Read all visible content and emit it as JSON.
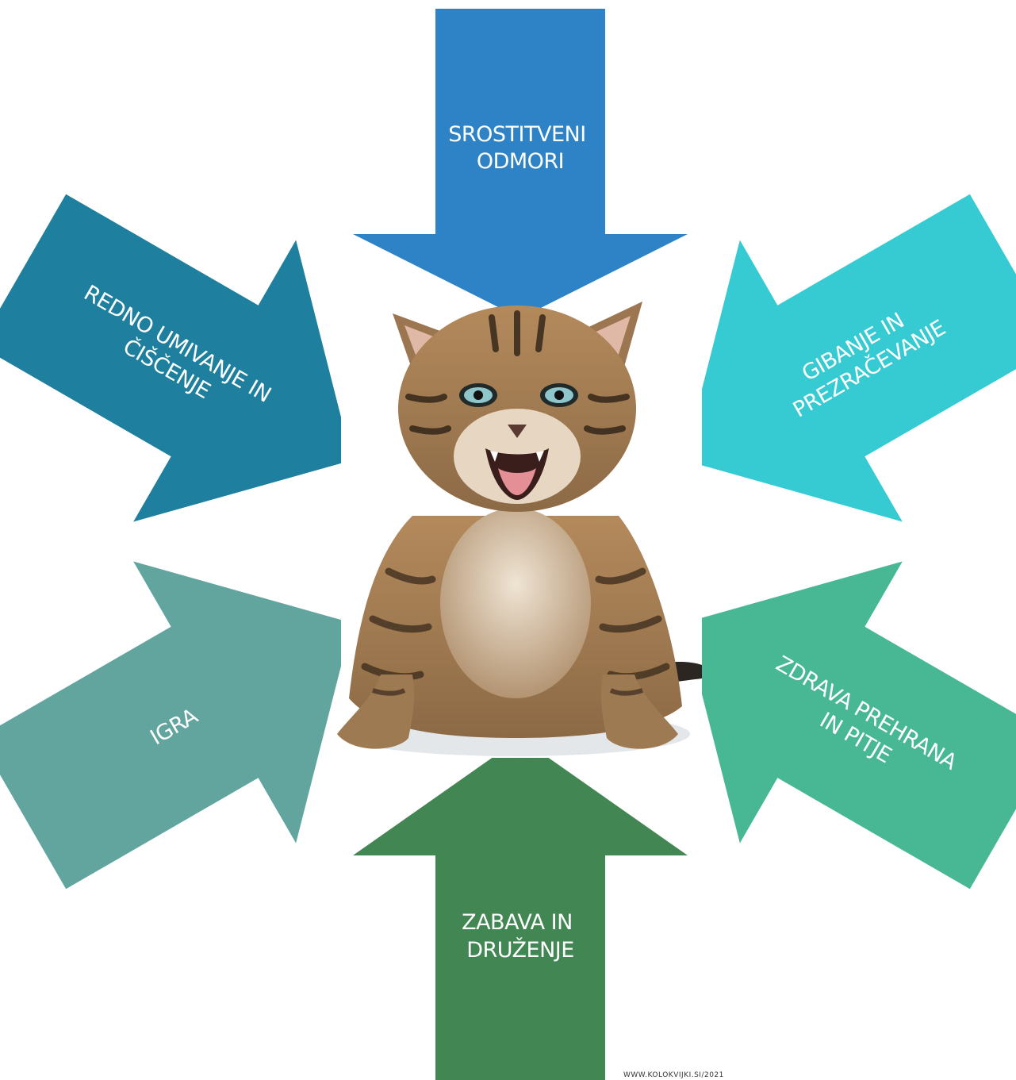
{
  "arrows": [
    {
      "id": "top",
      "lines": [
        "SROSTITVENI",
        "ODMORI"
      ],
      "color": "#2d83c6"
    },
    {
      "id": "top-left",
      "lines": [
        "REDNO UMIVANJE IN",
        "ČIŠČENJE"
      ],
      "color": "#1f7f9e"
    },
    {
      "id": "top-right",
      "lines": [
        "GIBANJE IN",
        "PREZRAČEVANJE"
      ],
      "color": "#36cbd3"
    },
    {
      "id": "bottom-left",
      "lines": [
        "IGRA"
      ],
      "color": "#62a59f"
    },
    {
      "id": "bottom-right",
      "lines": [
        "ZDRAVA PREHRANA",
        "IN PITJE"
      ],
      "color": "#47b794"
    },
    {
      "id": "bottom",
      "lines": [
        "ZABAVA IN",
        "DRUŽENJE"
      ],
      "color": "#428654"
    }
  ],
  "center_image": {
    "icon": "kitten-illustration"
  },
  "footer": {
    "text": "WWW.KOLOKVIJKI.SI/2021"
  }
}
